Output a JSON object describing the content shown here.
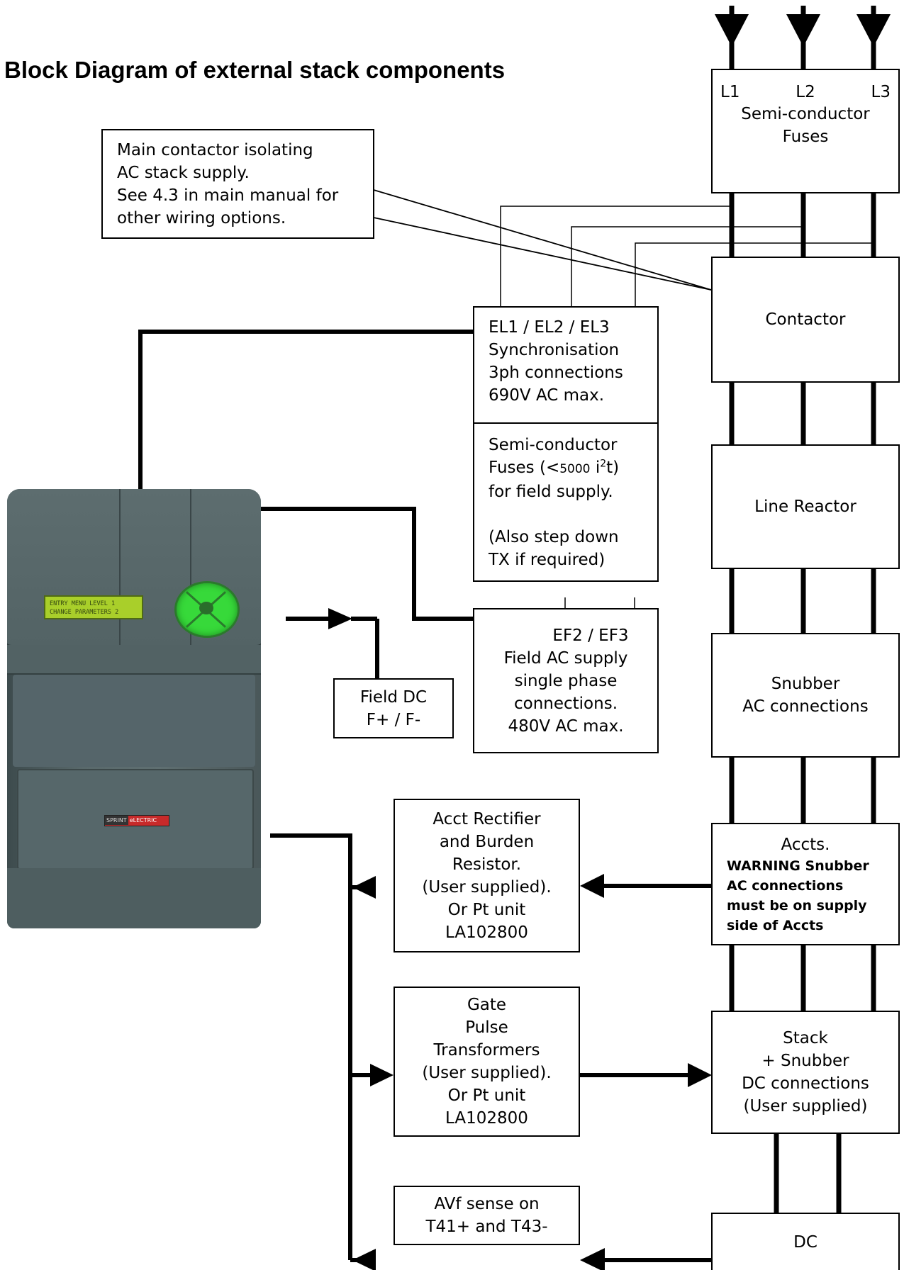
{
  "title": "Block Diagram of external stack components",
  "note": {
    "lines": [
      "Main contactor isolating",
      "AC stack supply.",
      "See 4.3 in main manual for",
      "other wiring options."
    ]
  },
  "phases": [
    "L1",
    "L2",
    "L3"
  ],
  "fuses": {
    "lines": [
      "Semi-conductor",
      "Fuses"
    ]
  },
  "contactor": {
    "label": "Contactor"
  },
  "line_reactor": {
    "label": "Line Reactor"
  },
  "snubber_ac": {
    "lines": [
      "Snubber",
      "AC connections"
    ]
  },
  "accts": {
    "title": "Accts.",
    "warning_lines": [
      "WARNING Snubber",
      "AC connections",
      "must be on supply",
      "side of Accts"
    ]
  },
  "stack": {
    "lines": [
      "Stack",
      "+ Snubber",
      "DC connections",
      "(User supplied)"
    ]
  },
  "dc": {
    "label": "DC"
  },
  "sync": {
    "lines": [
      "EL1 /  EL2 /  EL3",
      "Synchronisation",
      "3ph connections",
      "690V AC max."
    ]
  },
  "field_fuses": {
    "line1": "Semi-conductor",
    "line2_prefix": "Fuses (",
    "line2_lt": "<",
    "line2_value": "5000",
    "line2_i": "i",
    "line2_sup": "2",
    "line2_suffix": "t)",
    "line3": "for field supply.",
    "line4": "(Also step down",
    "line5": "TX if required)"
  },
  "field_ac": {
    "lines": [
      "EF2 /  EF3",
      "Field AC supply",
      "single phase",
      "connections.",
      "480V AC max."
    ]
  },
  "field_dc": {
    "lines": [
      "Field DC",
      "F+ / F-"
    ]
  },
  "acct_rectifier": {
    "lines": [
      "Acct Rectifier",
      "and  Burden",
      "Resistor.",
      "(User supplied).",
      "Or  Pt unit",
      "LA102800"
    ]
  },
  "gate_pulse": {
    "lines": [
      "Gate",
      "Pulse",
      "Transformers",
      "(User supplied).",
      "Or  Pt unit",
      "LA102800"
    ]
  },
  "avf": {
    "lines": [
      "AVf sense on",
      "T41+ and T43-"
    ]
  },
  "drive": {
    "lcd_lines": [
      "ENTRY MENU    LEVEL 1",
      "CHANGE PARAMETERS  2"
    ],
    "badge_left": "SPRINT",
    "badge_right": "eLECTRIC"
  }
}
